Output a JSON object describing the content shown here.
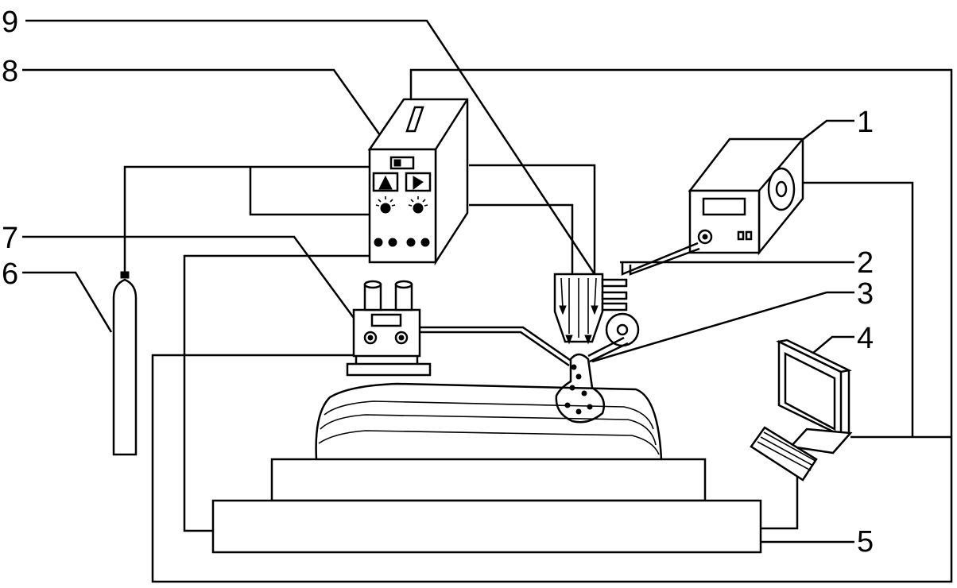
{
  "labels": {
    "l1": "1",
    "l2": "2",
    "l3": "3",
    "l4": "4",
    "l5": "5",
    "l6": "6",
    "l7": "7",
    "l8": "8",
    "l9": "9"
  },
  "colors": {
    "line": "#000000",
    "background": "#ffffff"
  }
}
